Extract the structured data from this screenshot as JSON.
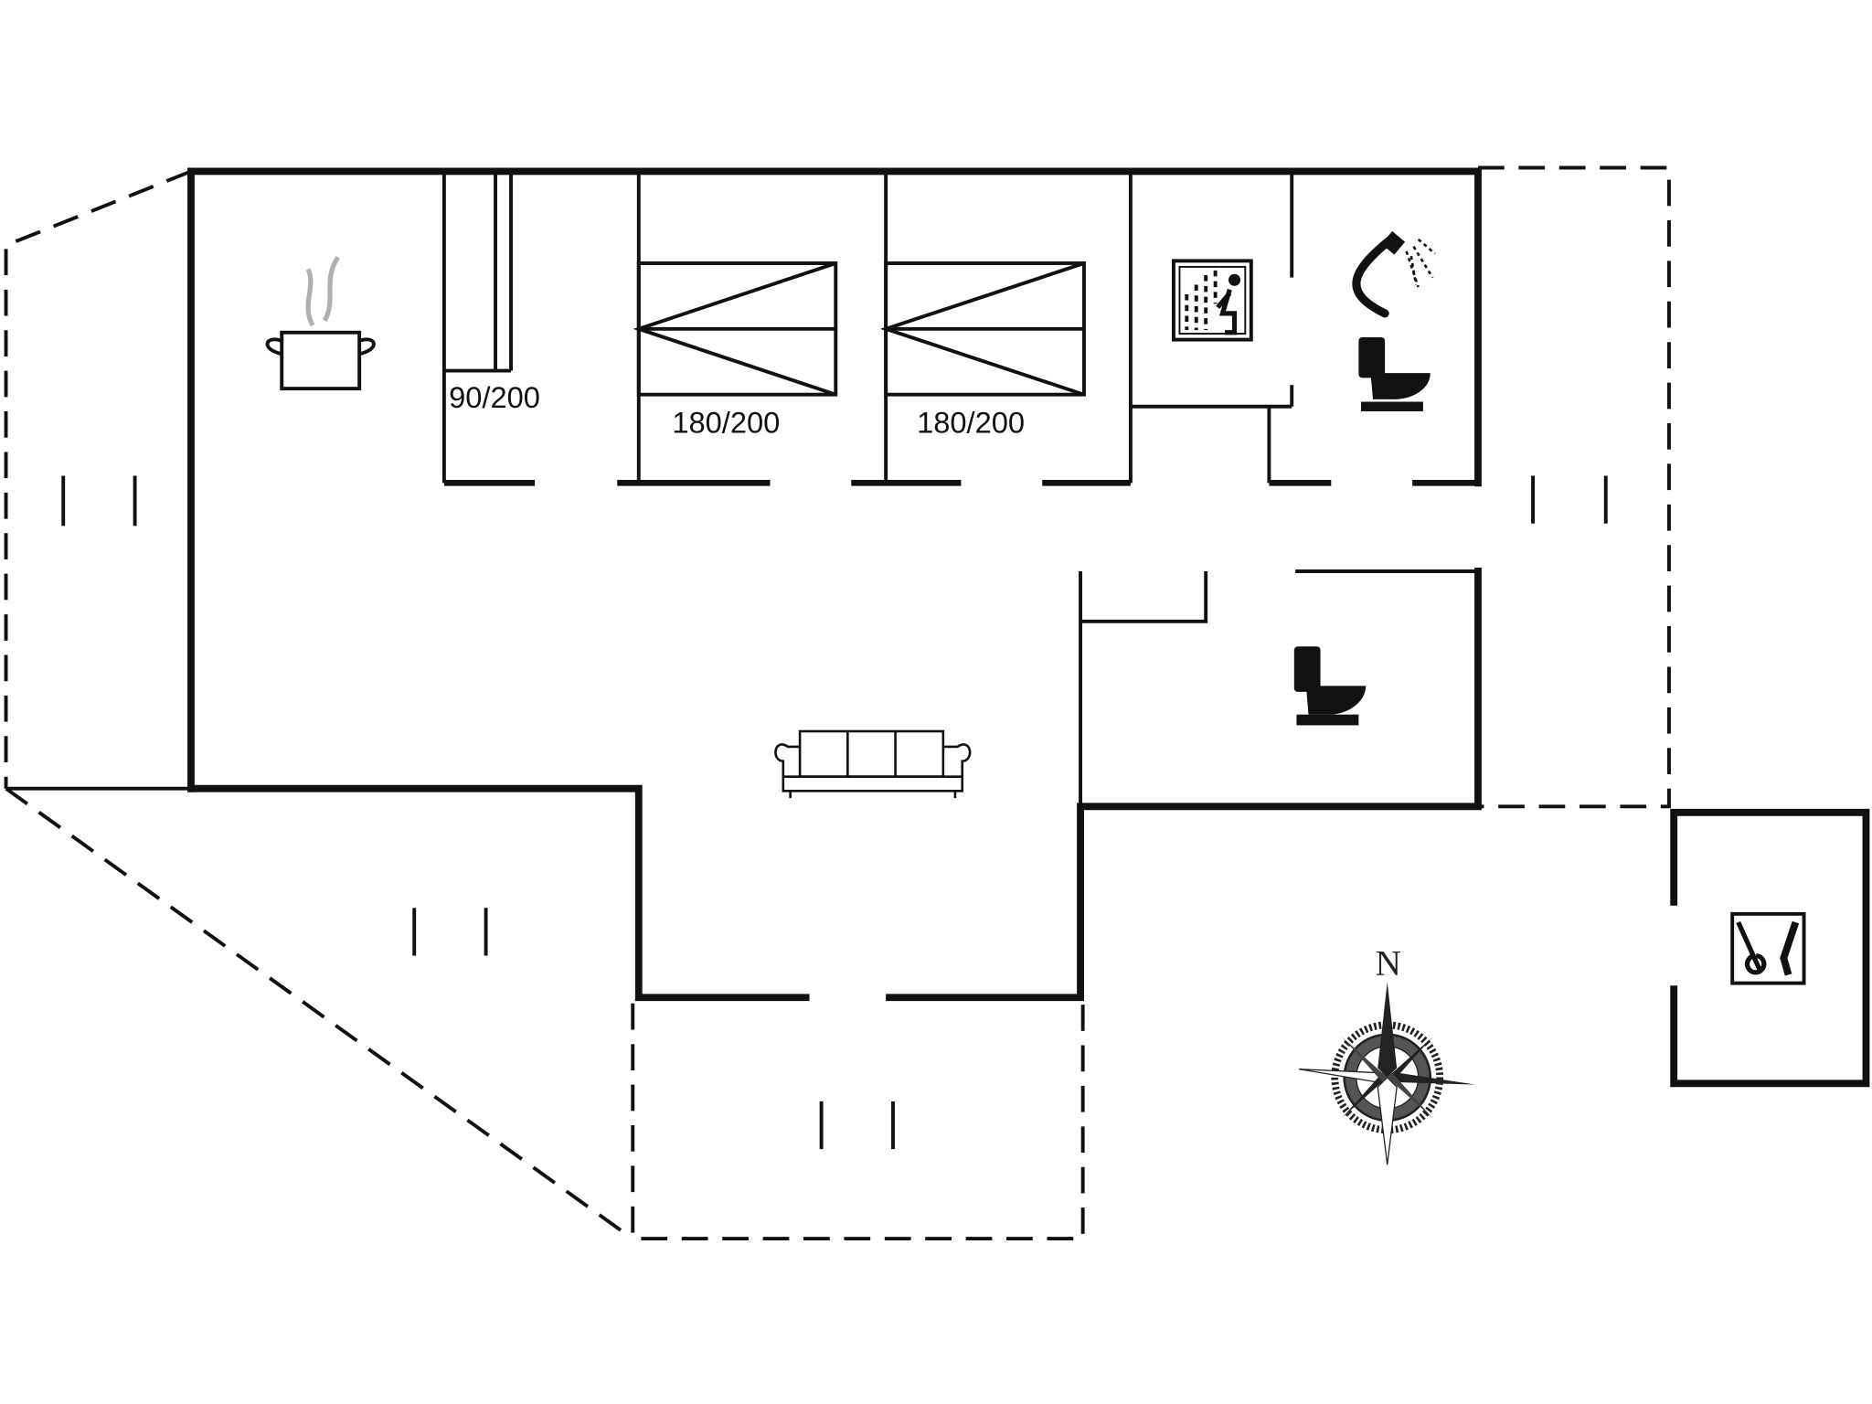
{
  "floorplan": {
    "beds": [
      {
        "label": "90/200"
      },
      {
        "label": "180/200"
      },
      {
        "label": "180/200"
      }
    ],
    "compass": {
      "north_label": "N"
    },
    "icons": [
      "kitchen-pot-icon",
      "sauna-icon",
      "shower-icon",
      "toilet-icon",
      "toilet-icon",
      "sofa-icon",
      "compass-rose-icon",
      "utility-room-icon"
    ],
    "colors": {
      "walls": "#111111",
      "steam": "#b0b0b0"
    }
  }
}
